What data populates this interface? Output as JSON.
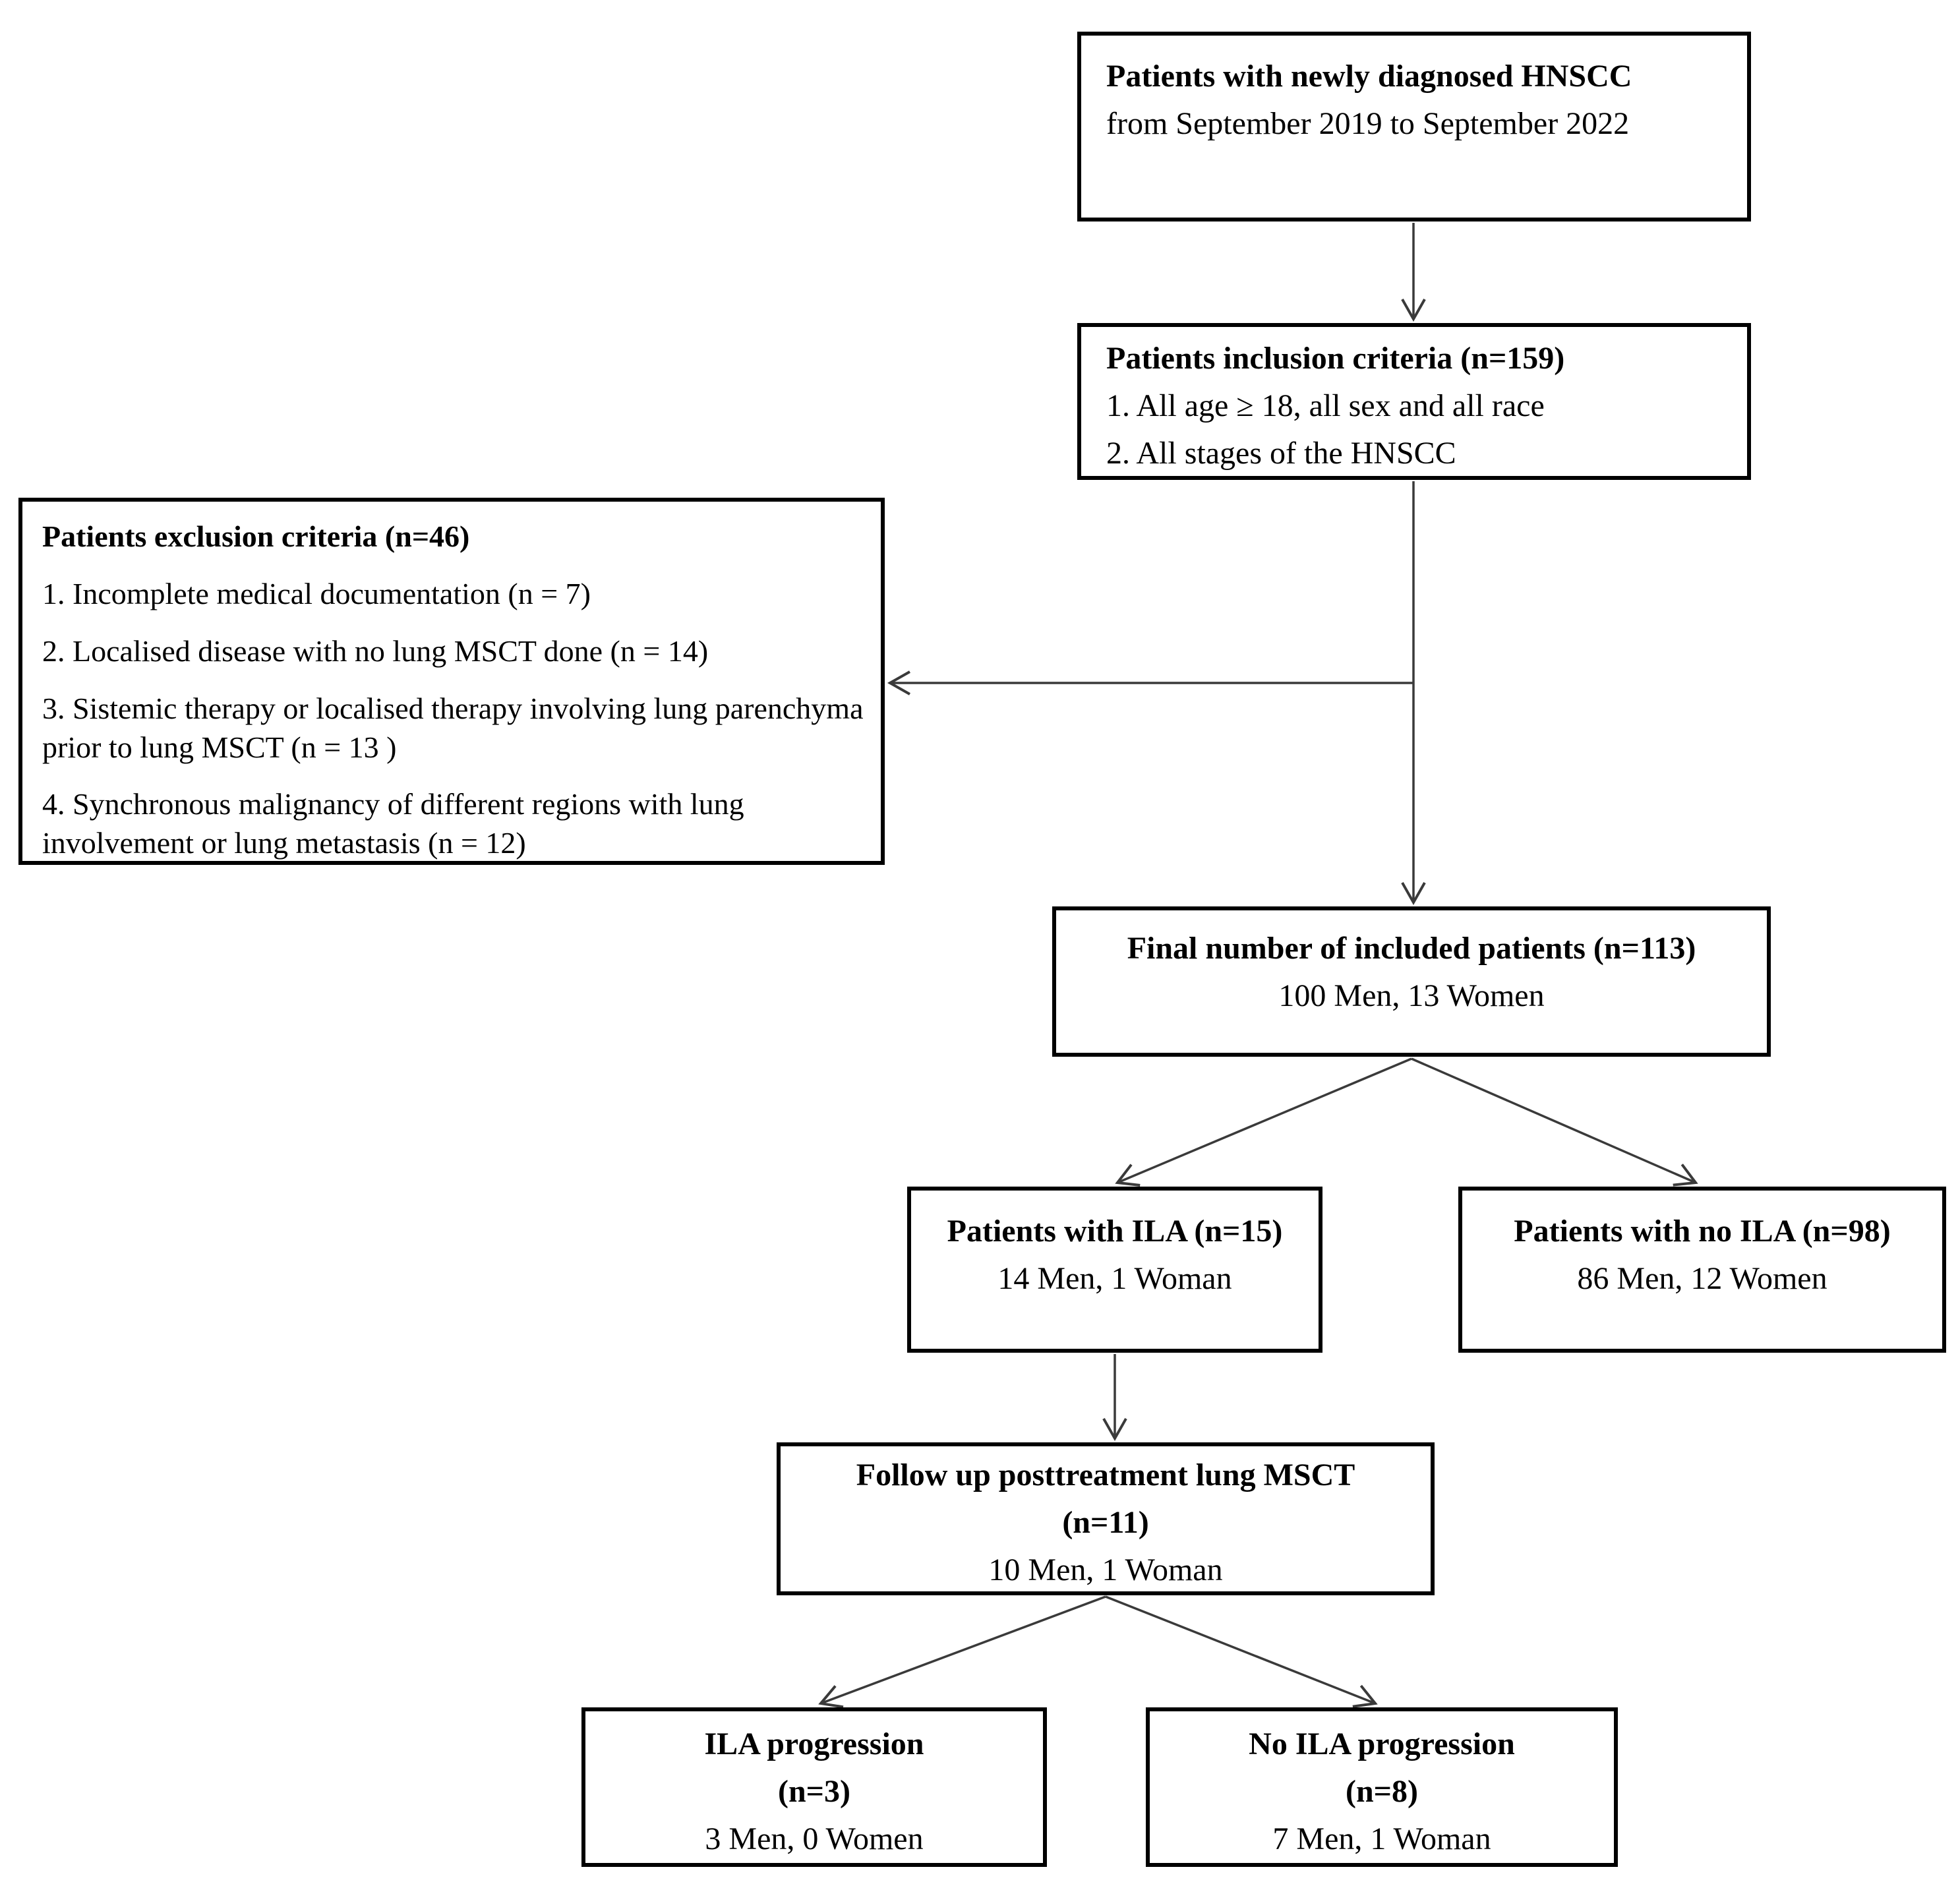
{
  "diagram": {
    "title_hint": "Patient selection flowchart",
    "colors": {
      "box_border": "#000000",
      "background": "#ffffff",
      "text": "#000000",
      "connector_line": "#3a3a3a"
    },
    "boxes": {
      "top": {
        "title": "Patients with newly diagnosed HNSCC",
        "subtitle": "from September 2019 to September 2022"
      },
      "inclusion": {
        "title": "Patients inclusion criteria (n=159)",
        "items": [
          "1. All age ≥ 18, all sex and all race",
          "2. All stages of the HNSCC"
        ]
      },
      "exclusion": {
        "title": "Patients exclusion criteria (n=46)",
        "items": [
          "1. Incomplete medical documentation (n = 7)",
          "2. Localised disease with no lung MSCT done (n = 14)",
          "3. Sistemic therapy or localised therapy involving lung parenchyma  prior to lung MSCT (n = 13 )",
          "4. Synchronous malignancy of different regions with lung involvement or lung metastasis (n = 12)"
        ]
      },
      "final": {
        "title": "Final number of included patients (n=113)",
        "subtitle": "100 Men, 13 Women"
      },
      "ila": {
        "title": "Patients with ILA (n=15)",
        "subtitle": "14 Men, 1 Woman"
      },
      "no_ila": {
        "title": "Patients with no ILA (n=98)",
        "subtitle": "86 Men, 12 Women"
      },
      "followup": {
        "title": "Follow up posttreatment lung MSCT",
        "n_label": "(n=11)",
        "subtitle": "10 Men, 1 Woman"
      },
      "ila_progression": {
        "title": "ILA progression",
        "n_label": "(n=3)",
        "subtitle": "3 Men, 0 Women"
      },
      "no_ila_progression": {
        "title": "No ILA progression",
        "n_label": "(n=8)",
        "subtitle": "7 Men, 1 Woman"
      }
    }
  }
}
